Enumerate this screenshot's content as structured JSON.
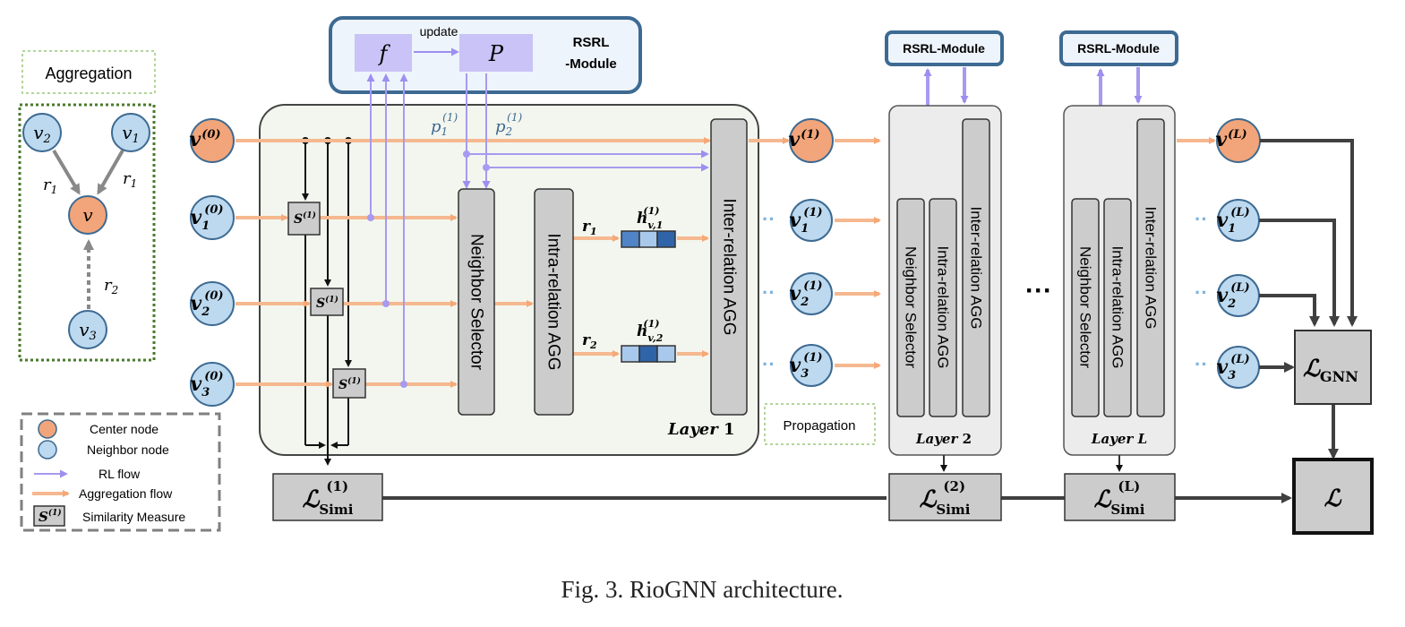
{
  "aggregation": {
    "title": "Aggregation",
    "nodes": {
      "v": {
        "base": "v",
        "sub": ""
      },
      "v1": {
        "base": "v",
        "sub": "1"
      },
      "v2": {
        "base": "v",
        "sub": "2"
      },
      "v3": {
        "base": "v",
        "sub": "3"
      }
    },
    "edge_labels": {
      "r1_left": "r",
      "r1_left_sub": "1",
      "r1_right": "r",
      "r1_right_sub": "1",
      "r2": "r",
      "r2_sub": "2"
    }
  },
  "legend": {
    "center_node": "Center node",
    "neighbor_node": "Neighbor node",
    "rl_flow": "RL flow",
    "aggregation_flow": "Aggregation flow",
    "similarity_measure": "Similarity Measure",
    "sim_symbol": "S",
    "sim_sup": "(1)"
  },
  "rsrl_top": {
    "f": "f",
    "p": "P",
    "update": "update",
    "title_line1": "RSRL",
    "title_line2": "-Module"
  },
  "rsrl_small": {
    "label": "RSRL-Module"
  },
  "layer1": {
    "label_word": "Layer",
    "label_num": "1",
    "inputs": [
      {
        "base": "v",
        "sub": "",
        "sup": "(0)"
      },
      {
        "base": "v",
        "sub": "1",
        "sup": "(0)"
      },
      {
        "base": "v",
        "sub": "2",
        "sup": "(0)"
      },
      {
        "base": "v",
        "sub": "3",
        "sup": "(0)"
      }
    ],
    "sim_label": "S",
    "sim_sup": "(1)",
    "neighbor_selector": "Neighbor Selector",
    "intra_agg": "Intra-relation AGG",
    "inter_agg": "Inter-relation AGG",
    "p1": "p",
    "p1_sub": "1",
    "p1_sup": "(1)",
    "p2": "p",
    "p2_sub": "2",
    "p2_sup": "(1)",
    "r1": "r",
    "r1_sub": "1",
    "r2": "r",
    "r2_sub": "2",
    "h1": "h",
    "h1_sub": "v,1",
    "h1_sup": "(1)",
    "h2": "h",
    "h2_sub": "v,2",
    "h2_sup": "(1)"
  },
  "outputs1": [
    {
      "base": "v",
      "sub": "",
      "sup": "(1)"
    },
    {
      "base": "v",
      "sub": "1",
      "sup": "(1)"
    },
    {
      "base": "v",
      "sub": "2",
      "sup": "(1)"
    },
    {
      "base": "v",
      "sub": "3",
      "sup": "(1)"
    }
  ],
  "outputsL": [
    {
      "base": "v",
      "sub": "",
      "sup": "(L)"
    },
    {
      "base": "v",
      "sub": "1",
      "sup": "(L)"
    },
    {
      "base": "v",
      "sub": "2",
      "sup": "(L)"
    },
    {
      "base": "v",
      "sub": "3",
      "sup": "(L)"
    }
  ],
  "propagation": "Propagation",
  "ellipsis_dots": "···",
  "ellipsis_small": "··",
  "layer2": {
    "label_word": "Layer",
    "label_num": "2",
    "neighbor_selector": "Neighbor Selector",
    "intra_agg": "Intra-relation AGG",
    "inter_agg": "Inter-relation AGG"
  },
  "layerL": {
    "label_word": "Layer",
    "label_num": "L",
    "neighbor_selector": "Neighbor Selector",
    "intra_agg": "Intra-relation AGG",
    "inter_agg": "Inter-relation AGG"
  },
  "losses": {
    "simi1": {
      "base": "ℒ",
      "sub": "Simi",
      "sup": "(1)"
    },
    "simi2": {
      "base": "ℒ",
      "sub": "Simi",
      "sup": "(2)"
    },
    "simiL": {
      "base": "ℒ",
      "sub": "Simi",
      "sup": "(L)"
    },
    "gnn": {
      "base": "ℒ",
      "sub": "GNN"
    },
    "total": {
      "base": "ℒ"
    }
  },
  "caption": "Fig. 3.  RioGNN architecture.",
  "colors": {
    "center": "#f2a57a",
    "neighbor": "#bcd9ef",
    "agg_flow": "#f5b88f",
    "rl_flow": "#a79af0",
    "rl_box": "#c9c3f7",
    "module_border": "#3d6a92",
    "gray_box": "#cccccc",
    "layer_bg": "#f3f6ee"
  }
}
